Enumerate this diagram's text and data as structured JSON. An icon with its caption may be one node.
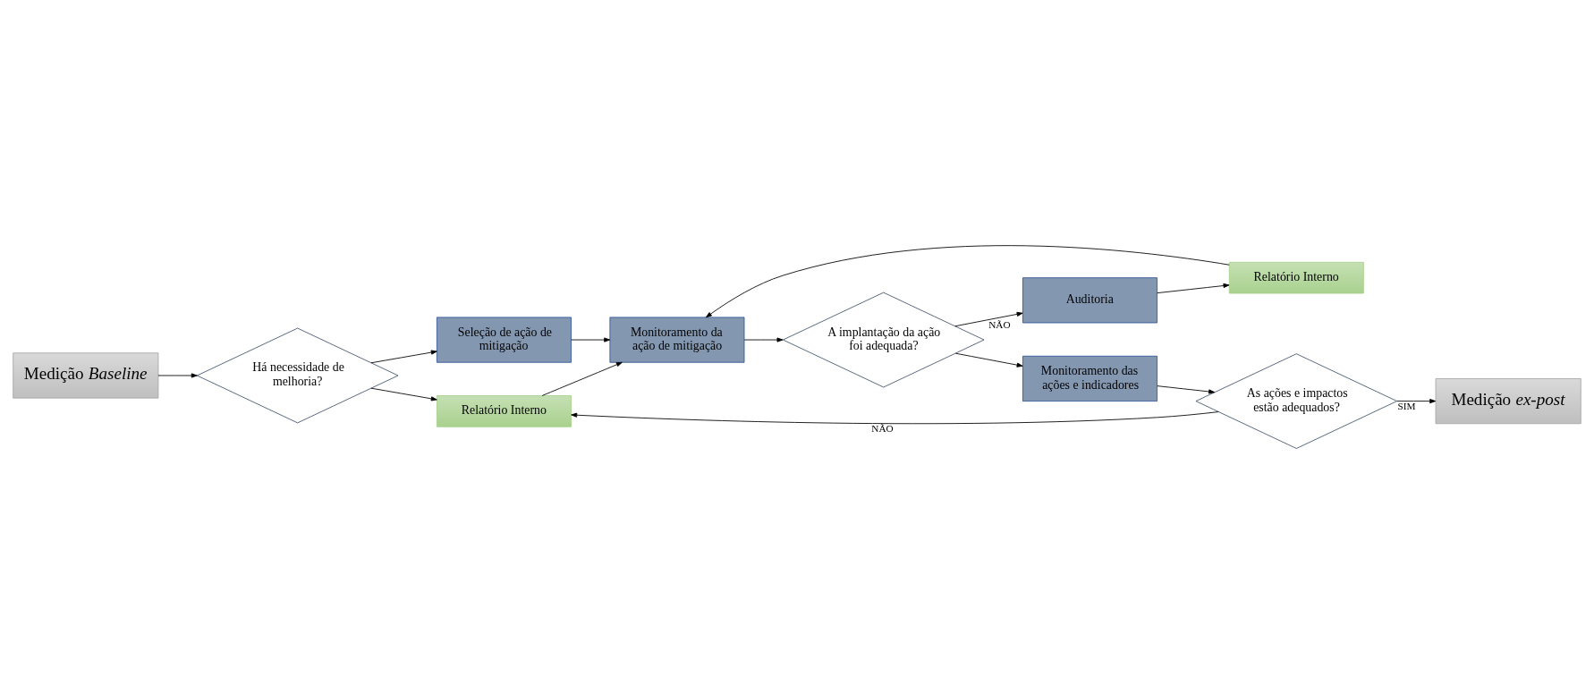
{
  "diagram": {
    "nodes": [
      {
        "text": [
          "Medição *Baseline*"
        ]
      },
      {
        "text": [
          "Há necessidade de melhoria?"
        ]
      },
      {
        "text": [
          "Relatório Interno"
        ]
      },
      {
        "text": [
          "Seleção de ação de mitigação"
        ]
      },
      {
        "text": [
          "Monitoramento da ação de mitigação"
        ]
      },
      {
        "text": [
          "A implantação da ação foi adequada?"
        ]
      },
      {
        "text": [
          "Monitoramento das ações e indicadores"
        ]
      },
      {
        "text": [
          "As ações e impactos estão adequados?"
        ]
      },
      {
        "text": [
          "Relatório Interno"
        ]
      },
      {
        "text": [
          "Auditoria"
        ]
      },
      {
        "text": [
          "Medição *ex-post*"
        ]
      }
    ],
    "edges": [
      {
        "from": 0,
        "to": 1,
        "arrow": "to"
      },
      {
        "from": 1,
        "to": 2,
        "arrow": "to"
      },
      {
        "from": 1,
        "to": 3,
        "arrow": "to"
      },
      {
        "from": 2,
        "to": 4,
        "arrow": "to"
      },
      {
        "from": 3,
        "to": 4,
        "arrow": "to"
      },
      {
        "from": 4,
        "to": 5,
        "arrow": "to"
      },
      {
        "from": 5,
        "to": 6,
        "arrow": "to"
      },
      {
        "from": 5,
        "to": 9,
        "arrow": "to",
        "label": "NÃO"
      },
      {
        "from": 9,
        "to": 8,
        "arrow": "to"
      },
      {
        "from": 8,
        "to": 4,
        "arrow": "to"
      },
      {
        "from": 6,
        "to": 7,
        "arrow": "to"
      },
      {
        "from": 7,
        "to": 2,
        "arrow": "to",
        "label": "NÃO"
      },
      {
        "from": 7,
        "to": 10,
        "arrow": "to",
        "label": "SIM"
      }
    ]
  }
}
